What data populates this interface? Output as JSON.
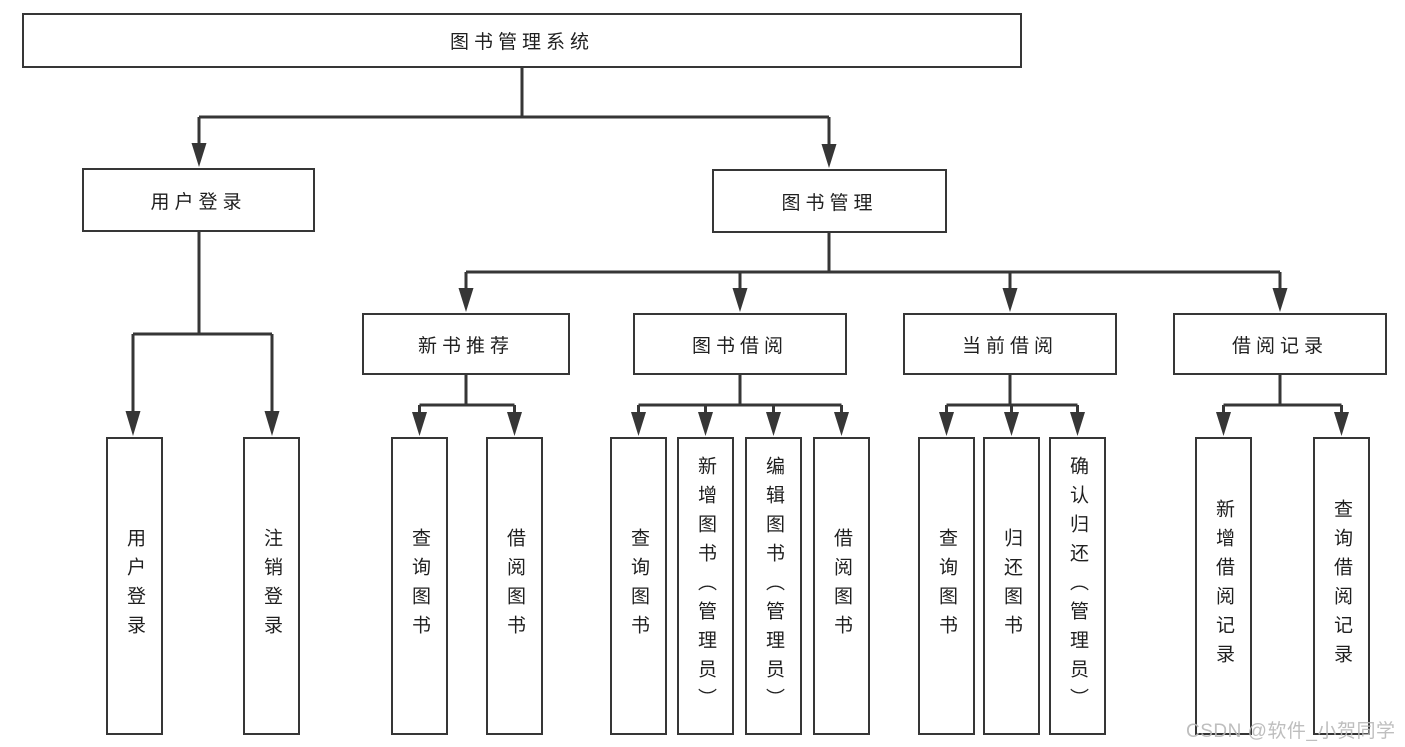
{
  "tree": {
    "root": {
      "label": "图书管理系统"
    },
    "user_branch": {
      "label": "用户登录",
      "children": [
        "用户登录",
        "注销登录"
      ]
    },
    "mgmt_branch": {
      "label": "图书管理",
      "sections": [
        {
          "label": "新书推荐",
          "children": [
            "查询图书",
            "借阅图书"
          ]
        },
        {
          "label": "图书借阅",
          "children": [
            "查询图书",
            "新增图书（管理员）",
            "编辑图书（管理员）",
            "借阅图书"
          ]
        },
        {
          "label": "当前借阅",
          "children": [
            "查询图书",
            "归还图书",
            "确认归还（管理员）"
          ]
        },
        {
          "label": "借阅记录",
          "children": [
            "新增借阅记录",
            "查询借阅记录"
          ]
        }
      ]
    }
  },
  "watermark": {
    "text": "CSDN @软件_小贺同学"
  },
  "colors": {
    "line": "#363636",
    "box_border": "#363636",
    "text": "#1f1f1f",
    "background": "#ffffff",
    "watermark": "#b9b9b9"
  }
}
